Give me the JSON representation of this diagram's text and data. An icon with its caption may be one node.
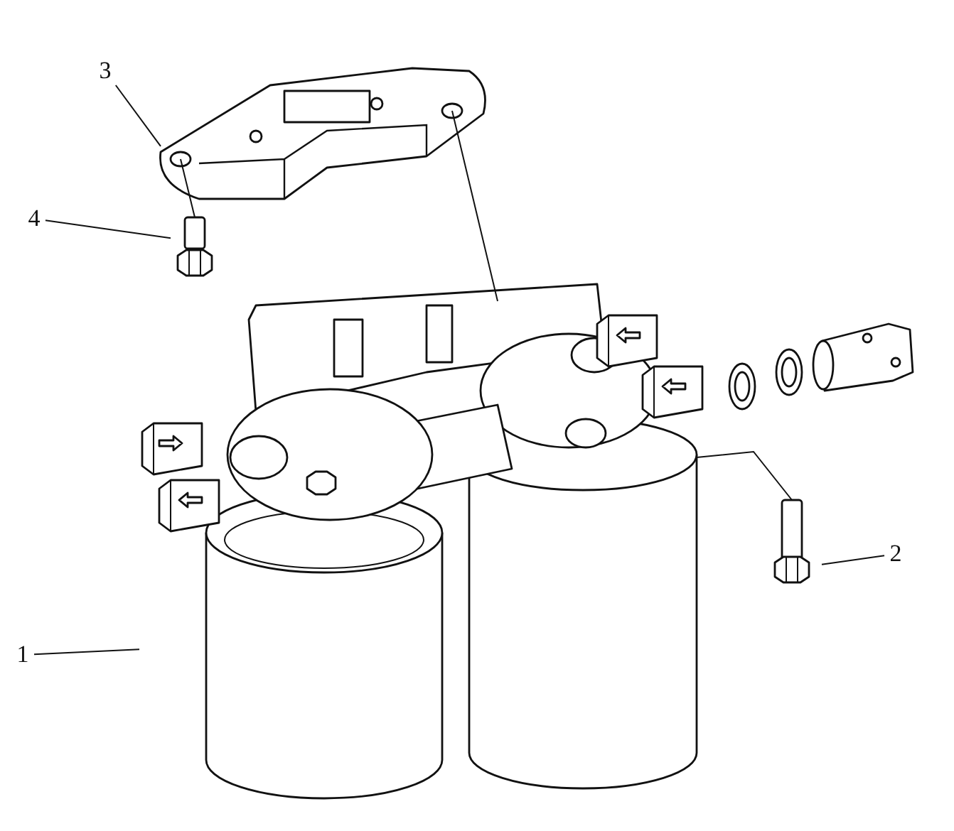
{
  "diagram": {
    "nodes": [
      {
        "text": [
          "3"
        ]
      },
      {
        "text": [
          "4"
        ]
      },
      {
        "text": [
          "2"
        ]
      },
      {
        "text": [
          "1"
        ]
      },
      {
        "text": [],
        "shape": "picture"
      },
      {
        "text": [],
        "shape": "picture"
      },
      {
        "text": [],
        "shape": "picture"
      },
      {
        "text": [],
        "shape": "picture"
      }
    ],
    "edges": [
      {
        "from": 0,
        "to": 4,
        "arrow": "none"
      },
      {
        "from": 1,
        "to": 5,
        "arrow": "none"
      },
      {
        "from": 2,
        "to": 7,
        "arrow": "none"
      },
      {
        "from": 3,
        "to": 6,
        "arrow": "none"
      },
      {
        "from": 4,
        "to": 5,
        "arrow": "none"
      },
      {
        "from": 4,
        "to": 6,
        "arrow": "none"
      },
      {
        "from": 6,
        "to": 7,
        "arrow": "none"
      }
    ]
  }
}
